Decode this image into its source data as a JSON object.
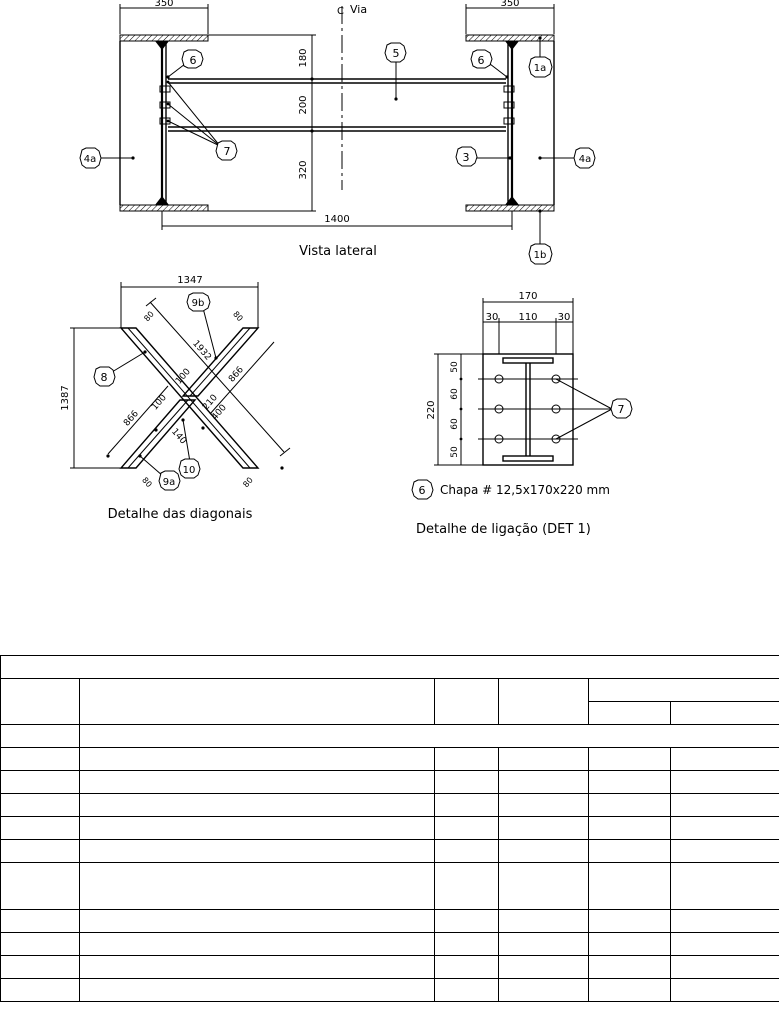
{
  "side_view": {
    "dim_top_left": "350",
    "dim_top_right": "350",
    "centerline_label": "Via",
    "centerline_symbol": "C",
    "dim_v_top": "180",
    "dim_v_mid": "200",
    "dim_v_bot": "320",
    "dim_bottom": "1400",
    "caption": "Vista lateral",
    "tags": [
      "6",
      "5",
      "6",
      "1a",
      "4a",
      "7",
      "3",
      "4a",
      "1b"
    ]
  },
  "diagonals": {
    "dim_width": "1347",
    "dim_height": "1387",
    "dim_long": "1932",
    "dim_866_a": "866",
    "dim_866_b": "866",
    "dim_100_a": "100",
    "dim_100_b": "100",
    "dim_140": "140",
    "dim_210": "210",
    "dim_400": "400",
    "dim_80_a": "80",
    "dim_80_b": "80",
    "dim_80_c": "80",
    "dim_80_d": "80",
    "tags": [
      "9b",
      "8",
      "10",
      "9a"
    ],
    "caption": "Detalhe das diagonais"
  },
  "connection": {
    "dim_total": "170",
    "dim_a": "30",
    "dim_b": "110",
    "dim_c": "30",
    "dim_height": "220",
    "dim_v1": "50",
    "dim_v2": "60",
    "dim_v3": "60",
    "dim_v4": "50",
    "tag_bolts": "7",
    "plate_tag": "6",
    "plate_text": "Chapa # 12,5x170x220 mm",
    "caption": "Detalhe de ligação (DET 1)"
  }
}
